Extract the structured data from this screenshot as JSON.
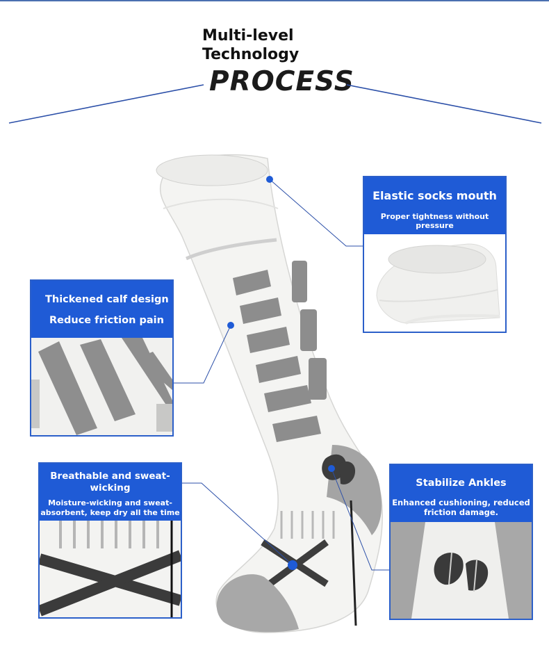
{
  "header": {
    "line1": "Multi-level",
    "line2": "Technology",
    "big": "PROCESS"
  },
  "callouts": {
    "mouth": {
      "title": "Elastic socks mouth",
      "subtitle": "Proper tightness without pressure"
    },
    "calf": {
      "title": "Thickened calf design",
      "subtitle": "Reduce friction pain"
    },
    "breathable": {
      "title": "Breathable and sweat-wicking",
      "subtitle": "Moisture-wicking and sweat-absorbent, keep dry all the time"
    },
    "ankle": {
      "title": "Stabilize Ankles",
      "subtitle": "Enhanced cushioning, reduced friction damage."
    }
  },
  "colors": {
    "accent": "#1f5bd6",
    "line": "#2b4fa8",
    "sock_white": "#f2f2f0",
    "sock_gray": "#8a8a8a",
    "sock_dark": "#3a3a3a"
  },
  "icons": [
    "callout-dot-icon"
  ]
}
